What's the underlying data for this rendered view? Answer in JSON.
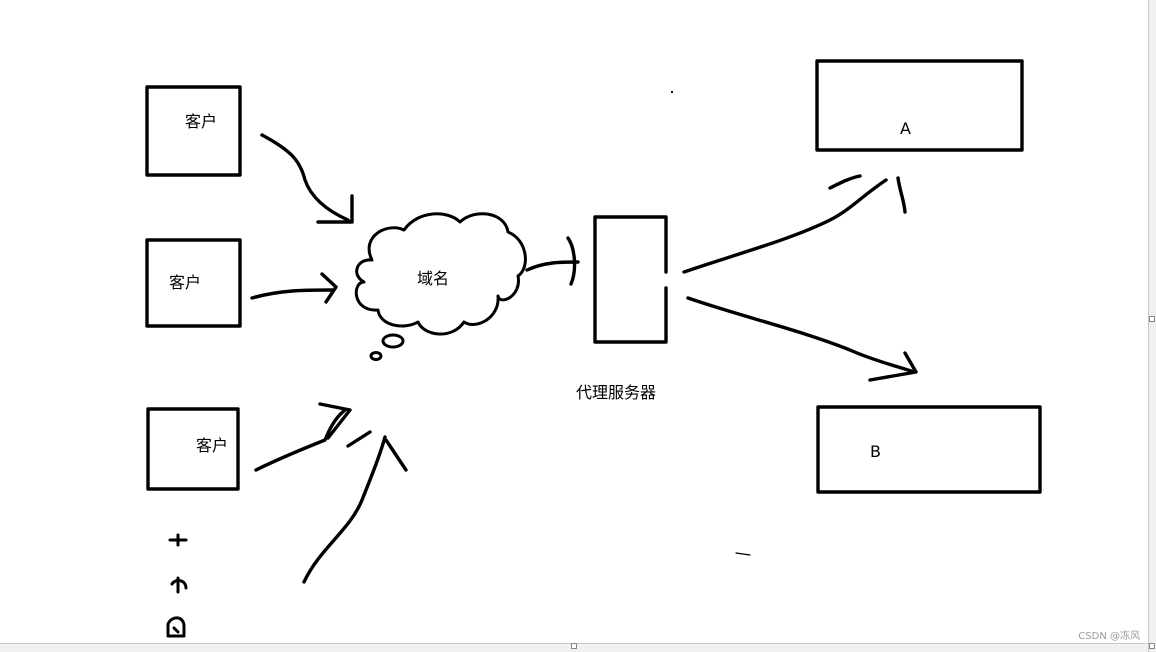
{
  "diagram": {
    "client_label": "客户",
    "domain_label": "域名",
    "proxy_label": "代理服务器",
    "server_a_label": "A",
    "server_b_label": "B"
  },
  "colors": {
    "ink": "#000000",
    "background": "#ffffff"
  },
  "watermark": "CSDN @冻风"
}
